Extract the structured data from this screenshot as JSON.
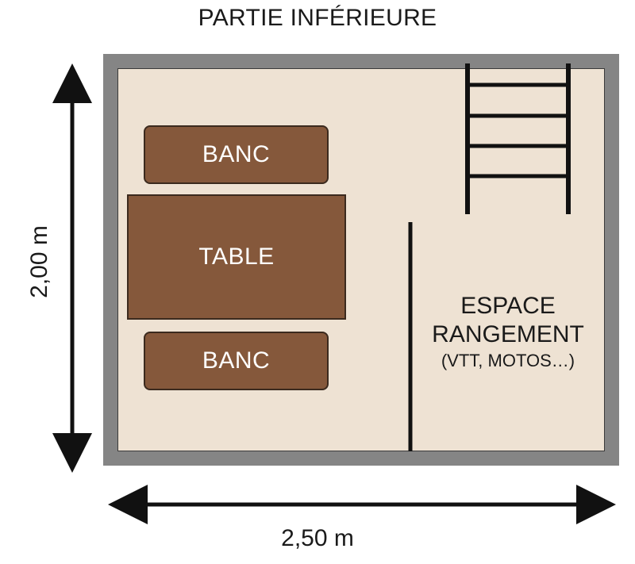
{
  "title": "PARTIE INFÉRIEURE",
  "dimensions": {
    "width": "2,50 m",
    "height": "2,00 m"
  },
  "furniture": {
    "bench_top": "BANC",
    "table": "TABLE",
    "bench_bottom": "BANC"
  },
  "storage": {
    "line1": "ESPACE",
    "line2": "RANGEMENT",
    "line3": "(VTT, MOTOS…)"
  },
  "colors": {
    "wall": "#858585",
    "floor": "#eee2d3",
    "furniture": "#85583b",
    "lines": "#111111"
  }
}
